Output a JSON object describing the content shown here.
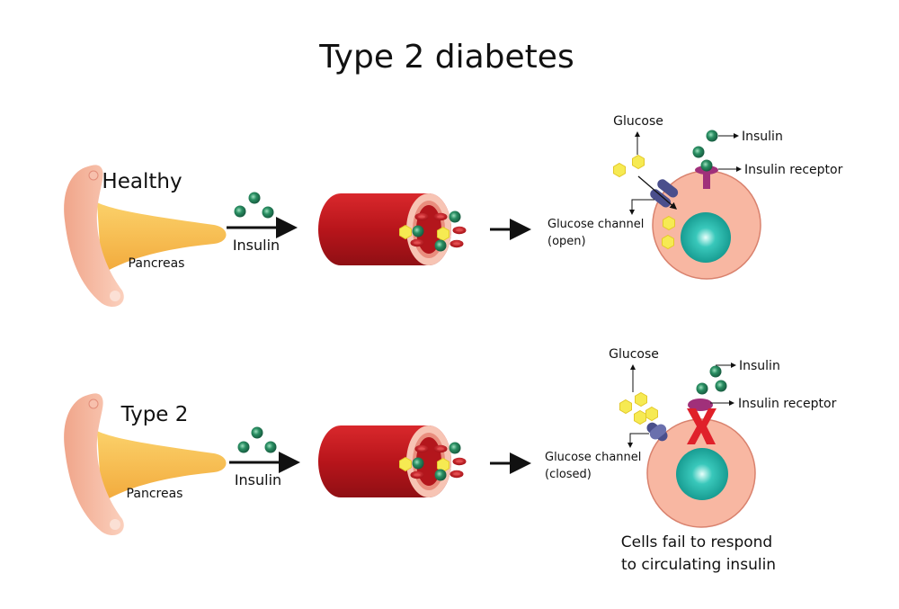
{
  "title": "Type 2 diabetes",
  "rows": [
    {
      "heading": "Healthy",
      "pancreas_label": "Pancreas",
      "arrow_label": "Insulin",
      "cell": {
        "glucose_label": "Glucose",
        "insulin_label": "Insulin",
        "receptor_label": "Insulin receptor",
        "channel_label_line1": "Glucose channel",
        "channel_label_line2": "(open)"
      }
    },
    {
      "heading": "Type 2",
      "pancreas_label": "Pancreas",
      "arrow_label": "Insulin",
      "cell": {
        "glucose_label": "Glucose",
        "insulin_label": "Insulin",
        "receptor_label": "Insulin receptor",
        "channel_label_line1": "Glucose channel",
        "channel_label_line2": "(closed)"
      },
      "caption_line1": "Cells fail to respond",
      "caption_line2": "to circulating insulin"
    }
  ],
  "colors": {
    "pancreas_body": "#f7c250",
    "pancreas_head": "#f5b49a",
    "vessel": "#c0161c",
    "insulin": "#1f7a55",
    "glucose": "#f4e64a",
    "cell": "#f7b5a0",
    "nucleus": "#1fb5a9",
    "receptor": "#a0307a",
    "channel": "#4a4f8c",
    "block_x": "#e0202a"
  }
}
